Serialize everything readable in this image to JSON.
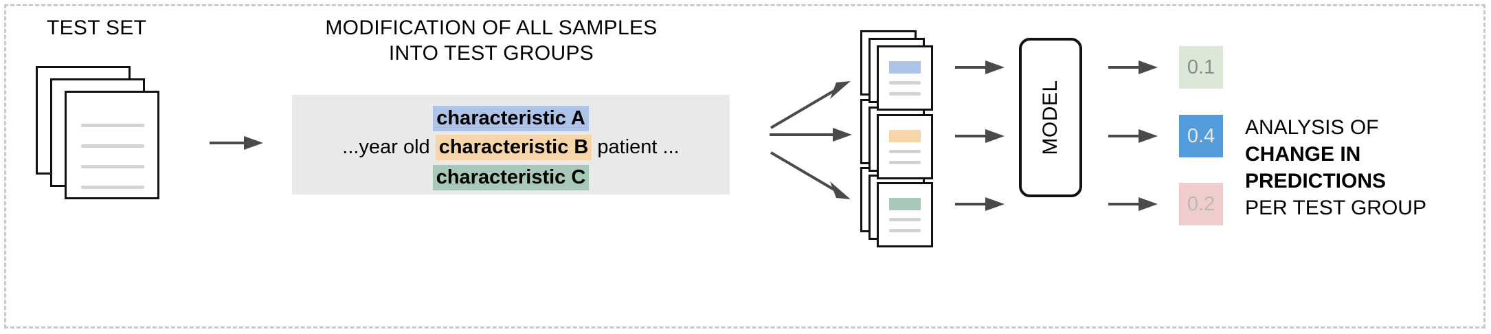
{
  "frame": {
    "border_color": "#c9c9c9"
  },
  "headings": {
    "test_set": "TEST SET",
    "modification": "MODIFICATION OF ALL SAMPLES\nINTO TEST GROUPS"
  },
  "modification_panel": {
    "background": "#e9e9e9",
    "lines": [
      {
        "id": "line-a",
        "prefix": "",
        "highlight": "characteristic A",
        "suffix": "",
        "highlight_color": "#aec3e8"
      },
      {
        "id": "line-b",
        "prefix": "...year old ",
        "highlight": "characteristic B",
        "suffix": " patient ...",
        "highlight_color": "#f6d5a8"
      },
      {
        "id": "line-c",
        "prefix": "",
        "highlight": "characteristic C",
        "suffix": "",
        "highlight_color": "#a8c8b9"
      }
    ]
  },
  "test_groups": [
    {
      "id": "group-a",
      "highlight_color": "#aec3e8"
    },
    {
      "id": "group-b",
      "highlight_color": "#f6d5a8"
    },
    {
      "id": "group-c",
      "highlight_color": "#a8c8b9"
    }
  ],
  "model": {
    "label": "MODEL"
  },
  "predictions": [
    {
      "value": "0.1",
      "background": "#dde7d7",
      "text_color": "#8c8c8c"
    },
    {
      "value": "0.4",
      "background": "#549ddc",
      "text_color": "#e8e8e8"
    },
    {
      "value": "0.2",
      "background": "#eecdcc",
      "text_color": "#b9b9b9"
    }
  ],
  "analysis": {
    "line1": "ANALYSIS OF",
    "line2": "CHANGE IN",
    "line3": "PREDICTIONS",
    "line4": "PER TEST GROUP"
  },
  "icons": {
    "arrow": "arrow-right-icon",
    "document": "document-icon"
  }
}
